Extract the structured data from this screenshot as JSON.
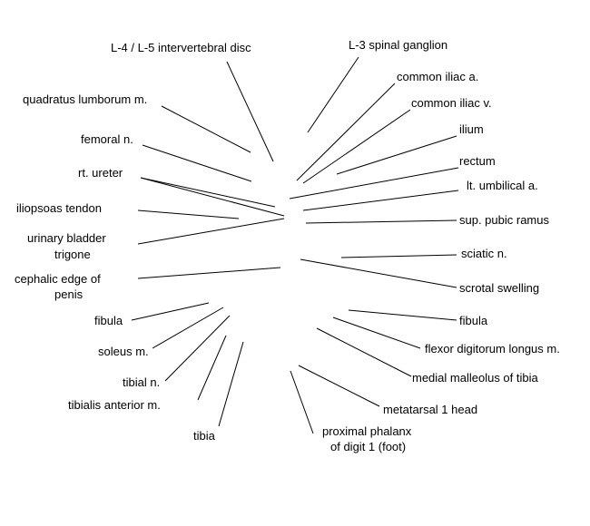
{
  "labels": {
    "l4_l5_disc": "L-4 / L-5 intervertebral disc",
    "l3_ganglion": "L-3 spinal ganglion",
    "common_iliac_a": "common iliac a.",
    "common_iliac_v": "common iliac v.",
    "ilium": "ilium",
    "quadratus_lumborum": "quadratus lumborum m.",
    "femoral_n": "femoral n.",
    "rectum": "rectum",
    "rt_ureter": "rt. ureter",
    "lt_umbilical_a": "lt. umbilical a.",
    "iliopsoas_tendon": "iliopsoas tendon",
    "sup_pubic_ramus": "sup. pubic ramus",
    "urinary_bladder_1": "urinary bladder",
    "urinary_bladder_2": "trigone",
    "sciatic_n": "sciatic n.",
    "cephalic_edge_1": "cephalic edge of",
    "cephalic_edge_2": "penis",
    "scrotal_swelling": "scrotal swelling",
    "fibula_left": "fibula",
    "fibula_right": "fibula",
    "soleus": "soleus m.",
    "flexor_digitorum": "flexor digitorum longus m.",
    "tibial_n": "tibial n.",
    "medial_malleolus": "medial malleolus of tibia",
    "tibialis_anterior": "tibialis anterior m.",
    "metatarsal_head": "metatarsal 1 head",
    "tibia": "tibia",
    "proximal_phalanx_1": "proximal phalanx",
    "proximal_phalanx_2": "of digit 1 (foot)"
  }
}
